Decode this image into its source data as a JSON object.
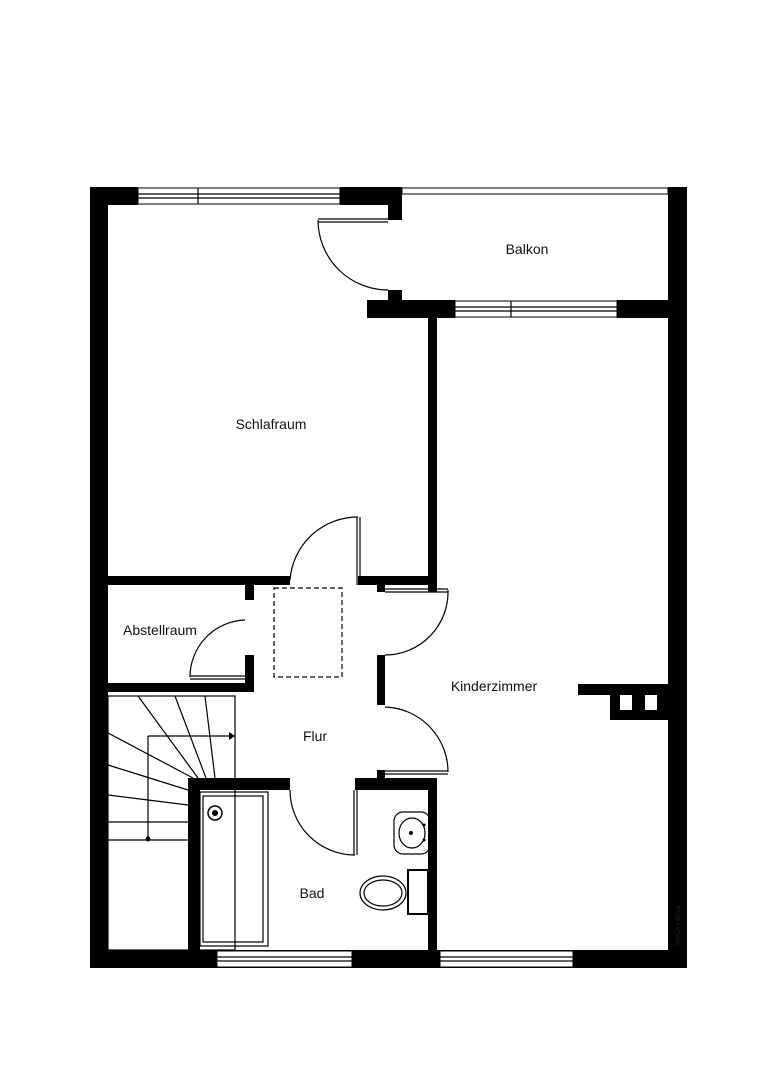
{
  "plan": {
    "rooms": {
      "balkon": "Balkon",
      "schlafraum": "Schlafraum",
      "abstellraum": "Abstellraum",
      "kinderzimmer": "Kinderzimmer",
      "flur": "Flur",
      "bad": "Bad"
    },
    "watermark": "McGrundriss"
  }
}
